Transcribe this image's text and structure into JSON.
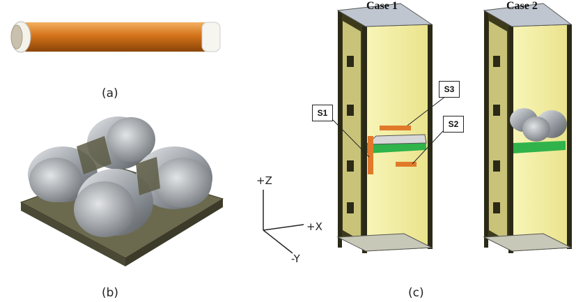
{
  "panels": {
    "a": {
      "label": "(a)"
    },
    "b": {
      "label": "(b)"
    },
    "c": {
      "label": "(c)",
      "case1": {
        "title": "Case 1"
      },
      "case2": {
        "title": "Case 2"
      },
      "sensors": [
        {
          "id": "S1",
          "label": "S1"
        },
        {
          "id": "S2",
          "label": "S2"
        },
        {
          "id": "S3",
          "label": "S3"
        }
      ]
    }
  },
  "axes": {
    "z": "+Z",
    "x": "+X",
    "y": "-Y"
  },
  "colors": {
    "coil_copper": "#d4731a",
    "frame_yellow": "#f4f0a0",
    "frame_dark": "#3d3a1c",
    "board_green": "#2fb34a",
    "wheel_gray": "#9aa0a6",
    "sensor_orange": "#e07a2a"
  }
}
